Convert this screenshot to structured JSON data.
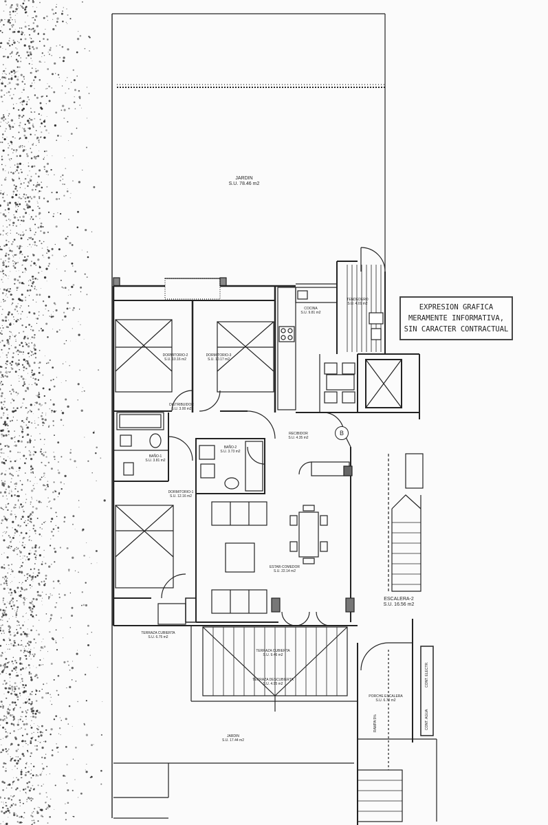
{
  "notice": {
    "line1": "EXPRESION GRAFICA",
    "line2": "MERAMENTE INFORMATIVA,",
    "line3": "SIN CARACTER CONTRACTUAL"
  },
  "marker": "B",
  "rooms": {
    "jardin_top": {
      "name": "JARDIN",
      "area": "S.U. 78.46 m2"
    },
    "dormitorio2": {
      "name": "DORMITORIO-2",
      "area": "S.U. 10.16 m2"
    },
    "dormitorio3": {
      "name": "DORMITORIO-3",
      "area": "S.U. 10.17 m2"
    },
    "cocina": {
      "name": "COCINA",
      "area": "S.U. 9.81 m2"
    },
    "tendedero": {
      "name": "TENDEDERO",
      "area": "S.U. 4.01 m2"
    },
    "distribuidor": {
      "name": "DISTRIBUIDOR",
      "area": "S.U. 3.00 m2"
    },
    "bano2": {
      "name": "BAÑO-2",
      "area": "S.U. 3.73 m2"
    },
    "recibidor": {
      "name": "RECIBIDOR",
      "area": "S.U. 4.35 m2"
    },
    "bano1": {
      "name": "BAÑO-1",
      "area": "S.U. 3.81 m2"
    },
    "dormitorio1": {
      "name": "DORMITORIO-1",
      "area": "S.U. 12.16 m2"
    },
    "estar": {
      "name": "ESTAR-COMEDOR",
      "area": "S.U. 22.14 m2"
    },
    "escalera": {
      "name": "ESCALERA-2",
      "area": "S.U. 16.56 m2"
    },
    "terraza_cub1": {
      "name": "TERRAZA CUBIERTA",
      "area": "S.U. 6.75 m2"
    },
    "terraza_cub2": {
      "name": "TERRAZA CUBIERTA",
      "area": "S.U. 9.46 m2"
    },
    "terraza_desc": {
      "name": "TERRAZA DESCUBIERTA",
      "area": "S.U. 4.95 m2"
    },
    "porche": {
      "name": "PORCHE ESCALERA",
      "area": "S.U. 6.70 m2"
    },
    "jardin_bottom": {
      "name": "JARDIN",
      "area": "S.U. 17.44 m2"
    }
  },
  "utility": {
    "electr": "CONT. ELECTR.",
    "agua": "CONT. AGUA",
    "rampa": "RAMPA 5%"
  },
  "colors": {
    "line": "#222222",
    "noise": "#333333",
    "paper": "#fbfbfb"
  }
}
